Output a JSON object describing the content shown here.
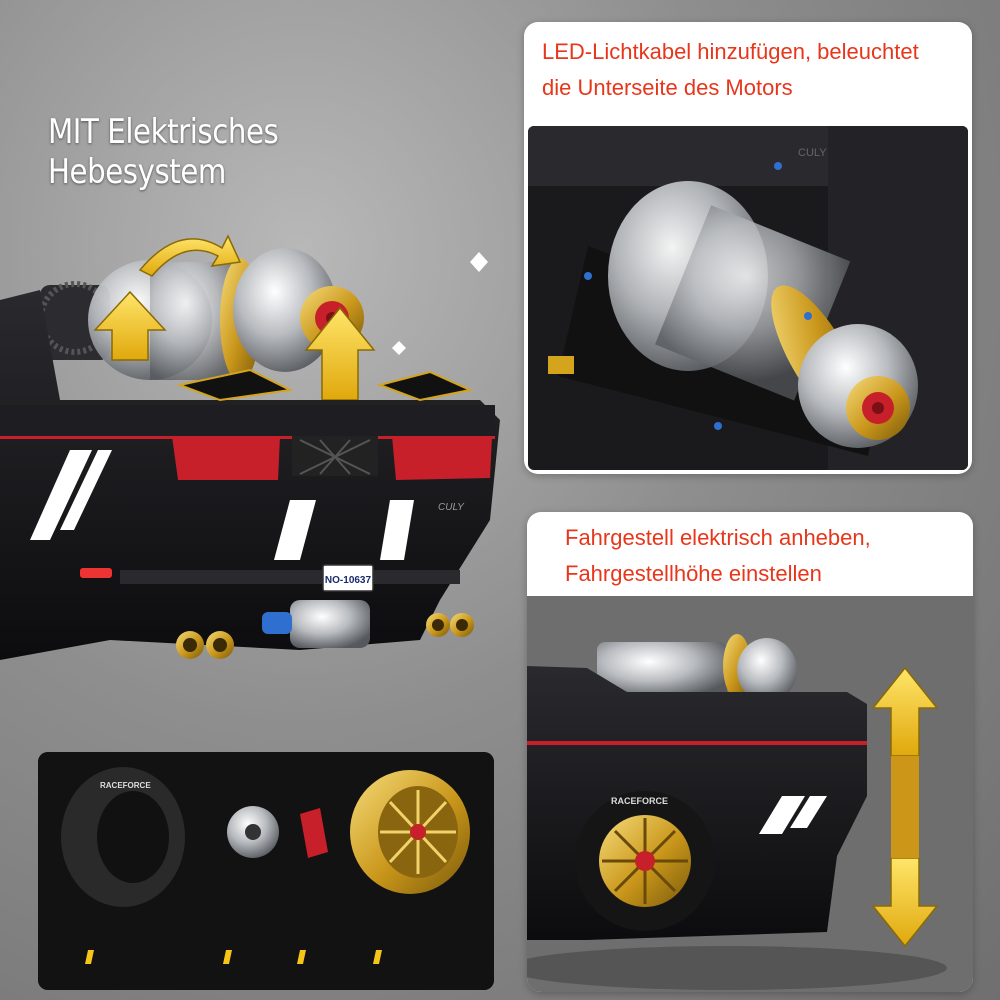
{
  "headline": "MIT Elektrisches Hebesystem",
  "panel_top": {
    "caption_line1": "LED-Lichtkabel hinzufügen, beleuchtet",
    "caption_line2": "die Unterseite des Motors",
    "brand_text": "CULY"
  },
  "panel_bottom": {
    "caption_line1": "Fahrgestell elektrisch anheben,",
    "caption_line2": "Fahrgestellhöhe einstellen",
    "tire_text": "RACEFORCE"
  },
  "car": {
    "plate": "NO-10637",
    "brand_text": "CULY"
  },
  "parts": {
    "tire_text": "RACEFORCE"
  },
  "colors": {
    "caption_red": "#e8361b",
    "accent_gold": "#d4a41c",
    "arrow_yellow": "#f5c518",
    "car_black": "#1a1a1c",
    "taillight_red": "#c8202a"
  }
}
